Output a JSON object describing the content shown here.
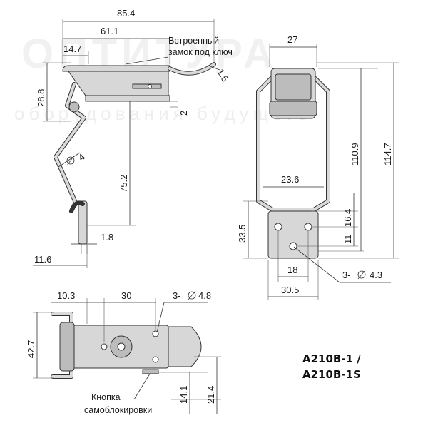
{
  "watermark": {
    "text": "ОПТИТУРА",
    "slogan": "оборудования будущего"
  },
  "model": {
    "line1": "A210B-1 /",
    "line2": "A210B-1S"
  },
  "notes": {
    "builtin_lock": [
      "Встроенный",
      "замок под ключ"
    ],
    "self_lock_button": [
      "Кнопка",
      "самоблокировки"
    ]
  },
  "side_view": {
    "dims": {
      "overall_length": "85.4",
      "mid_length": "61.1",
      "left_length": "14.7",
      "height": "28.8",
      "wire_dia": "4",
      "hook_height": "75.2",
      "thickness": "2",
      "plate": "1.8",
      "hook_offset": "11.6",
      "bend": "1.5"
    }
  },
  "front_view": {
    "dims": {
      "top_width": "27",
      "inner_width": "23.6",
      "height_a": "110.9",
      "height_b": "114.7",
      "plate_height": "33.5",
      "hole_spacing_v": "16.4",
      "hole_offset": "11",
      "hole_spacing_h": "18",
      "plate_width": "30.5",
      "holes_label": "3-",
      "holes_dia": "4.3"
    }
  },
  "bottom_view": {
    "dims": {
      "left_offset": "10.3",
      "hole_pitch": "30",
      "holes_label": "3-",
      "holes_dia": "4.8",
      "height": "42.7",
      "right_a": "14.1",
      "right_b": "21.4"
    }
  }
}
